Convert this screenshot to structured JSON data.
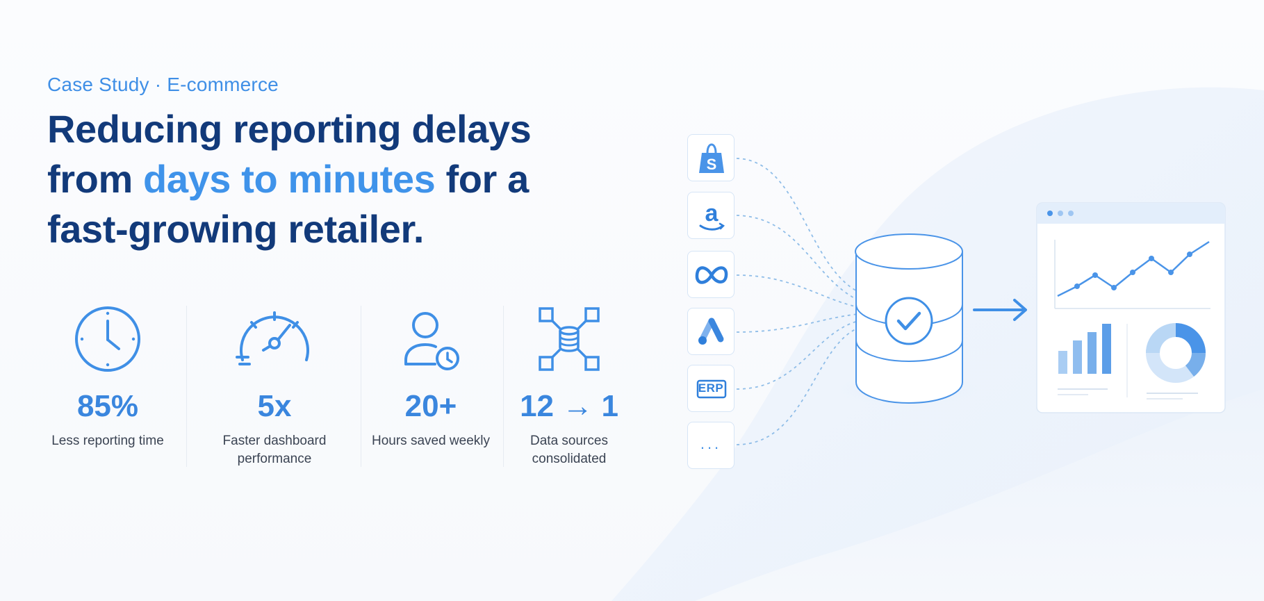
{
  "eyebrow": "Case Study · E-commerce",
  "headline": {
    "line1": "Reducing reporting delays",
    "line2_pre": "from ",
    "line2_highlight": "days to minutes",
    "line2_post": " for a",
    "line3": "fast-growing retailer."
  },
  "stats": [
    {
      "value": "85%",
      "label": "Less reporting time",
      "icon": "clock-icon"
    },
    {
      "value": "5x",
      "label": "Faster dashboard performance",
      "icon": "speedometer-icon"
    },
    {
      "value": "20+",
      "label": "Hours saved weekly",
      "icon": "user-clock-icon"
    },
    {
      "value": "12 → 1",
      "label": "Data sources consolidated",
      "icon": "data-hub-icon"
    }
  ],
  "sources": [
    {
      "icon": "shopify-icon",
      "text": ""
    },
    {
      "icon": "amazon-icon",
      "text": ""
    },
    {
      "icon": "meta-icon",
      "text": ""
    },
    {
      "icon": "google-ads-icon",
      "text": ""
    },
    {
      "icon": "erp-icon",
      "text": "ERP"
    },
    {
      "icon": "more-icon",
      "text": "..."
    }
  ],
  "colors": {
    "accent": "#3f93ea",
    "headline": "#123a7a",
    "stat_value": "#3a86de",
    "label": "#3b4453"
  }
}
